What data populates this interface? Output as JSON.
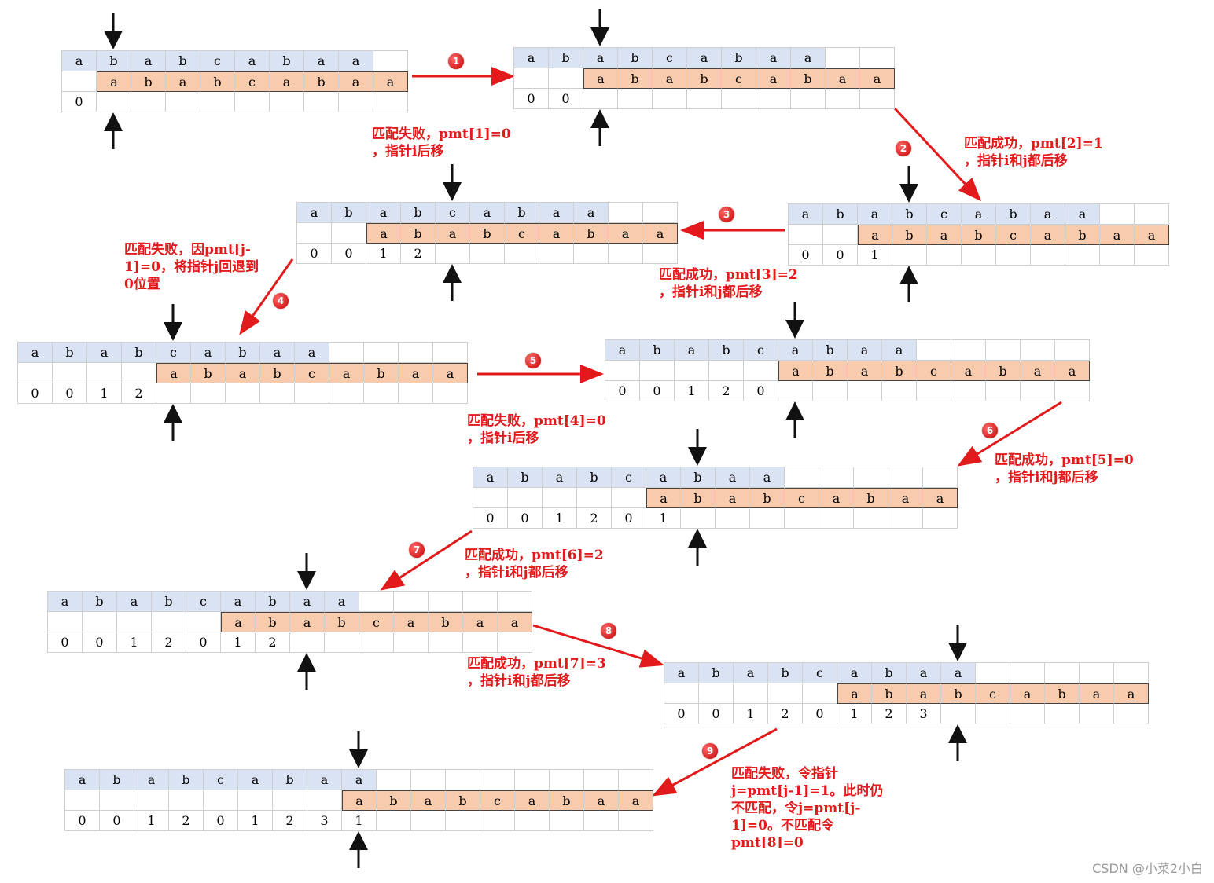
{
  "text_string": [
    "a",
    "b",
    "a",
    "b",
    "c",
    "a",
    "b",
    "a",
    "a"
  ],
  "pattern_string": [
    "a",
    "b",
    "a",
    "b",
    "c",
    "a",
    "b",
    "a",
    "a"
  ],
  "steps": [
    {
      "badge": "",
      "shift": 1,
      "pmt": [
        "0"
      ],
      "note": ""
    },
    {
      "badge": "1",
      "shift": 2,
      "pmt": [
        "0",
        "0"
      ],
      "note": "匹配失败，pmt[1]=0\n，指针i后移"
    },
    {
      "badge": "2",
      "shift": 2,
      "pmt": [
        "0",
        "0",
        "1"
      ],
      "note": "匹配成功，pmt[2]=1\n，指针i和j都后移"
    },
    {
      "badge": "3",
      "shift": 2,
      "pmt": [
        "0",
        "0",
        "1",
        "2"
      ],
      "note": "匹配成功，pmt[3]=2\n，指针i和j都后移"
    },
    {
      "badge": "4",
      "shift": 4,
      "pmt": [
        "0",
        "0",
        "1",
        "2"
      ],
      "note": "匹配失败，因pmt[j-\n1]=0，将指针j回退到\n0位置"
    },
    {
      "badge": "5",
      "shift": 5,
      "pmt": [
        "0",
        "0",
        "1",
        "2",
        "0"
      ],
      "note": "匹配失败，pmt[4]=0\n，指针i后移"
    },
    {
      "badge": "6",
      "shift": 5,
      "pmt": [
        "0",
        "0",
        "1",
        "2",
        "0",
        "1"
      ],
      "note": "匹配成功，pmt[5]=0\n，指针i和j都后移"
    },
    {
      "badge": "7",
      "shift": 5,
      "pmt": [
        "0",
        "0",
        "1",
        "2",
        "0",
        "1",
        "2"
      ],
      "note": "匹配成功，pmt[6]=2\n，指针i和j都后移"
    },
    {
      "badge": "8",
      "shift": 5,
      "pmt": [
        "0",
        "0",
        "1",
        "2",
        "0",
        "1",
        "2",
        "3"
      ],
      "note": "匹配成功，pmt[7]=3\n，指针i和j都后移"
    },
    {
      "badge": "9",
      "shift": 8,
      "pmt": [
        "0",
        "0",
        "1",
        "2",
        "0",
        "1",
        "2",
        "3",
        "1"
      ],
      "note": "匹配失败，令指针\nj=pmt[j-1]=1。此时仍\n不匹配，令j=pmt[j-\n1]=0。不匹配令\npmt[8]=0"
    }
  ],
  "colors": {
    "text_row": "#dae3f3",
    "pattern_row": "#f8cbad",
    "accent": "#e31a1c",
    "pointer": "#111111"
  },
  "icons": {
    "pointer": "arrow-icon",
    "transition": "red-arrow-icon",
    "badge": "numbered-circle"
  },
  "credit": "CSDN @小菜2小白"
}
